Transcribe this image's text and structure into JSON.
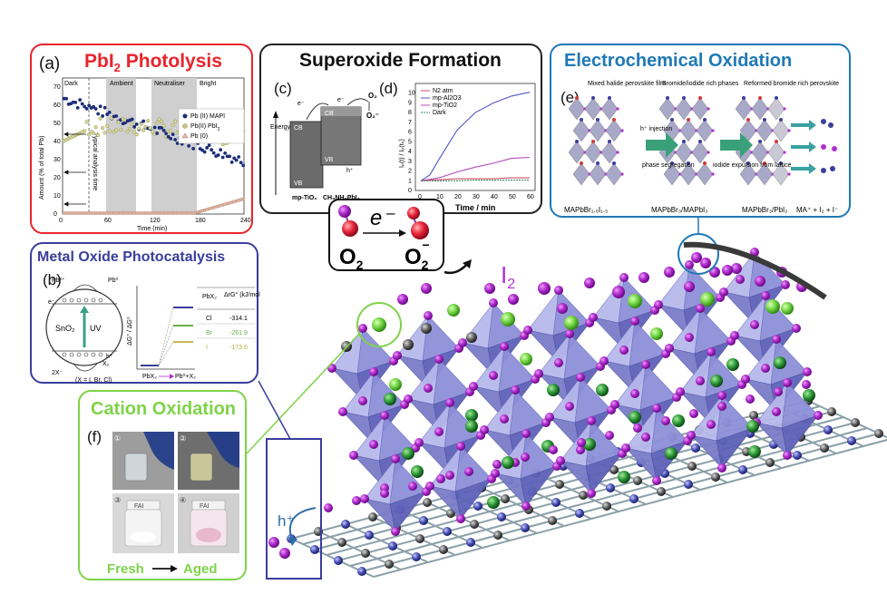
{
  "panel_a": {
    "title": "PbI",
    "title_sub": "2",
    "title_rest": " Photolysis",
    "label": "(a)",
    "color": "#e8242b",
    "regions": [
      "Dark",
      "Ambient",
      "Neutraliser",
      "Bright"
    ],
    "ylabel": "Amount (% of total Pb)",
    "xlabel": "Time (min)",
    "xticks": [
      "0",
      "60",
      "120",
      "180",
      "240"
    ],
    "yticks": [
      "0",
      "10",
      "20",
      "30",
      "40",
      "50",
      "60",
      "70"
    ],
    "annotation": "Typical analysis time",
    "legend": [
      "Pb (II) MAPI",
      "Pb(II) PbI",
      "Pb (0)"
    ],
    "legend_sub": "2"
  },
  "panel_super": {
    "title": "Superoxide Formation",
    "label_c": "(c)",
    "label_d": "(d)",
    "energy": "Energy",
    "cb": "CB",
    "vb": "VB",
    "electron": "e⁻",
    "hole": "h⁺",
    "o2": "O₂",
    "o2minus": "O₂⁻",
    "mat1": "mp-TiO₂",
    "mat2": "CH₃NH₃PbI₃",
    "d_ylabel": "Iₚ(t) / Iₚ(t₀)",
    "d_xlabel": "Time / min",
    "d_xticks": [
      "0",
      "10",
      "20",
      "30",
      "40",
      "50",
      "60"
    ],
    "d_yticks": [
      "0",
      "1",
      "2",
      "3",
      "4",
      "5",
      "6",
      "7",
      "8",
      "9",
      "10"
    ],
    "d_legend": [
      "N2 atm",
      "mp-Al2O3",
      "mp-TiO2",
      "Dark"
    ]
  },
  "o2_box": {
    "electron": "e⁻",
    "o2": "O",
    "o2_sub": "2",
    "o2m": "O",
    "o2m_sub": "2",
    "o2m_sup": "−"
  },
  "panel_e": {
    "title": "Electrochemical Oxidation",
    "label": "(e)",
    "color": "#1f79b6",
    "top_labels": [
      "Mixed halide perovskite film",
      "Bromide/iodide rich phases",
      "Reformed bromide rich perovskite"
    ],
    "arrow1": [
      "h⁺ injection",
      "phase segregation"
    ],
    "arrow2": [
      "iodide expulsion from lattice"
    ],
    "bottom_labels": [
      "MAPbBr₁.₅I₁.₅",
      "MAPbBr₃/MAPbI₃",
      "MAPbBr₃/PbI₂",
      "MA⁺ + I₂ + I⁻"
    ]
  },
  "panel_b": {
    "title": "Metal Oxide Photocatalysis",
    "label": "(b)",
    "color": "#3a3e9c",
    "sno2": "SnO₂",
    "uv": "UV",
    "pb_top_left": "Pb²⁺",
    "pb_top_right": "Pb⁰",
    "electron": "e⁻",
    "hole": "h⁺",
    "x_left": "2X⁻",
    "x_right": "X₂",
    "x_note": "(X = I, Br, Cl)",
    "ylabel": "ΔG° / ΔG⁰",
    "x_left_axis": "PbX₂",
    "x_right_axis": "Pb⁰+X₂",
    "table_headers": [
      "PbX₂",
      "ΔrG° (kJ/mol)"
    ],
    "table_rows": [
      [
        "Cl",
        "-314.1"
      ],
      [
        "Br",
        "-261.9"
      ],
      [
        "I",
        "-173.6"
      ]
    ]
  },
  "panel_f": {
    "title": "Cation Oxidation",
    "label": "(f)",
    "color": "#7ed349",
    "photo_numbers": [
      "①",
      "②",
      "③",
      "④"
    ],
    "jar_labels": [
      "FAI",
      "FAI"
    ],
    "fresh": "Fresh",
    "aged": "Aged",
    "arrow": "⟶"
  },
  "main": {
    "i2": "I",
    "i2_sub": "2",
    "hole": "h⁺"
  }
}
